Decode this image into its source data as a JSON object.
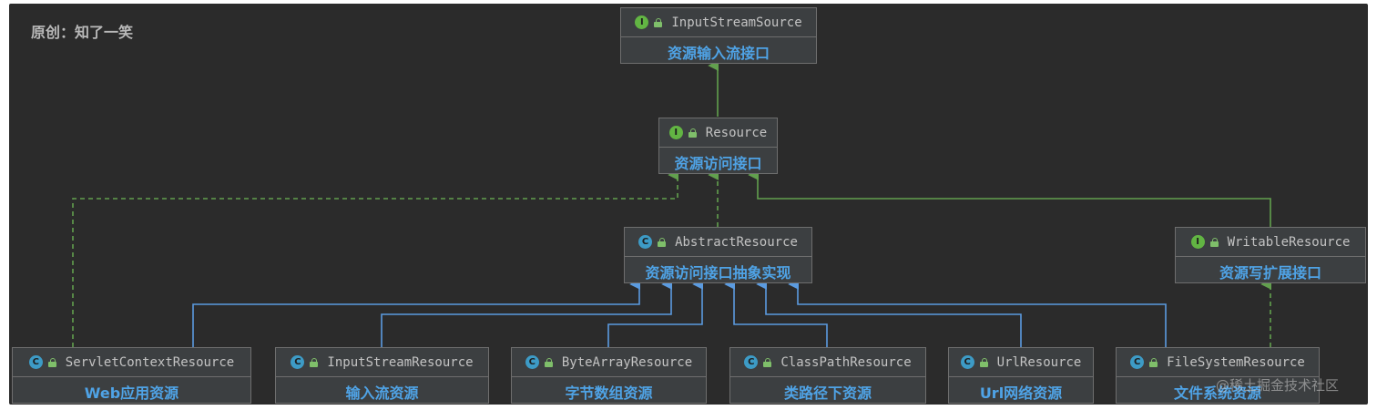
{
  "author": "原创：知了一笑",
  "watermark": "@稀土掘金技术社区",
  "colors": {
    "background": "#2b2b2b",
    "node_fill": "#3c3f41",
    "node_border": "#6e6e6e",
    "label_blue": "#4fa3e6",
    "interface_green": "#62b543",
    "class_blue": "#3d9bc6",
    "implements_edge": "#62a04e",
    "extends_edge": "#5b9be0"
  },
  "nodes": [
    {
      "id": "input_stream_source",
      "kind": "interface",
      "badge": "I",
      "name": "InputStreamSource",
      "label": "资源输入流接口"
    },
    {
      "id": "resource",
      "kind": "interface",
      "badge": "I",
      "name": "Resource",
      "label": "资源访问接口"
    },
    {
      "id": "abstract_resource",
      "kind": "abstract",
      "badge": "C",
      "name": "AbstractResource",
      "label": "资源访问接口抽象实现"
    },
    {
      "id": "writable_resource",
      "kind": "interface",
      "badge": "I",
      "name": "WritableResource",
      "label": "资源写扩展接口"
    },
    {
      "id": "servlet_context_resource",
      "kind": "class",
      "badge": "C",
      "name": "ServletContextResource",
      "label": "Web应用资源"
    },
    {
      "id": "input_stream_resource",
      "kind": "class",
      "badge": "C",
      "name": "InputStreamResource",
      "label": "输入流资源"
    },
    {
      "id": "byte_array_resource",
      "kind": "class",
      "badge": "C",
      "name": "ByteArrayResource",
      "label": "字节数组资源"
    },
    {
      "id": "class_path_resource",
      "kind": "class",
      "badge": "C",
      "name": "ClassPathResource",
      "label": "类路径下资源"
    },
    {
      "id": "url_resource",
      "kind": "class",
      "badge": "C",
      "name": "UrlResource",
      "label": "Url网络资源"
    },
    {
      "id": "file_system_resource",
      "kind": "class",
      "badge": "C",
      "name": "FileSystemResource",
      "label": "文件系统资源"
    }
  ],
  "edges": [
    {
      "from": "resource",
      "to": "input_stream_source",
      "type": "extends-interface"
    },
    {
      "from": "writable_resource",
      "to": "resource",
      "type": "extends-interface"
    },
    {
      "from": "abstract_resource",
      "to": "resource",
      "type": "implements"
    },
    {
      "from": "servlet_context_resource",
      "to": "resource",
      "type": "implements"
    },
    {
      "from": "file_system_resource",
      "to": "writable_resource",
      "type": "implements"
    },
    {
      "from": "servlet_context_resource",
      "to": "abstract_resource",
      "type": "extends"
    },
    {
      "from": "input_stream_resource",
      "to": "abstract_resource",
      "type": "extends"
    },
    {
      "from": "byte_array_resource",
      "to": "abstract_resource",
      "type": "extends"
    },
    {
      "from": "class_path_resource",
      "to": "abstract_resource",
      "type": "extends"
    },
    {
      "from": "url_resource",
      "to": "abstract_resource",
      "type": "extends"
    },
    {
      "from": "file_system_resource",
      "to": "abstract_resource",
      "type": "extends"
    }
  ]
}
